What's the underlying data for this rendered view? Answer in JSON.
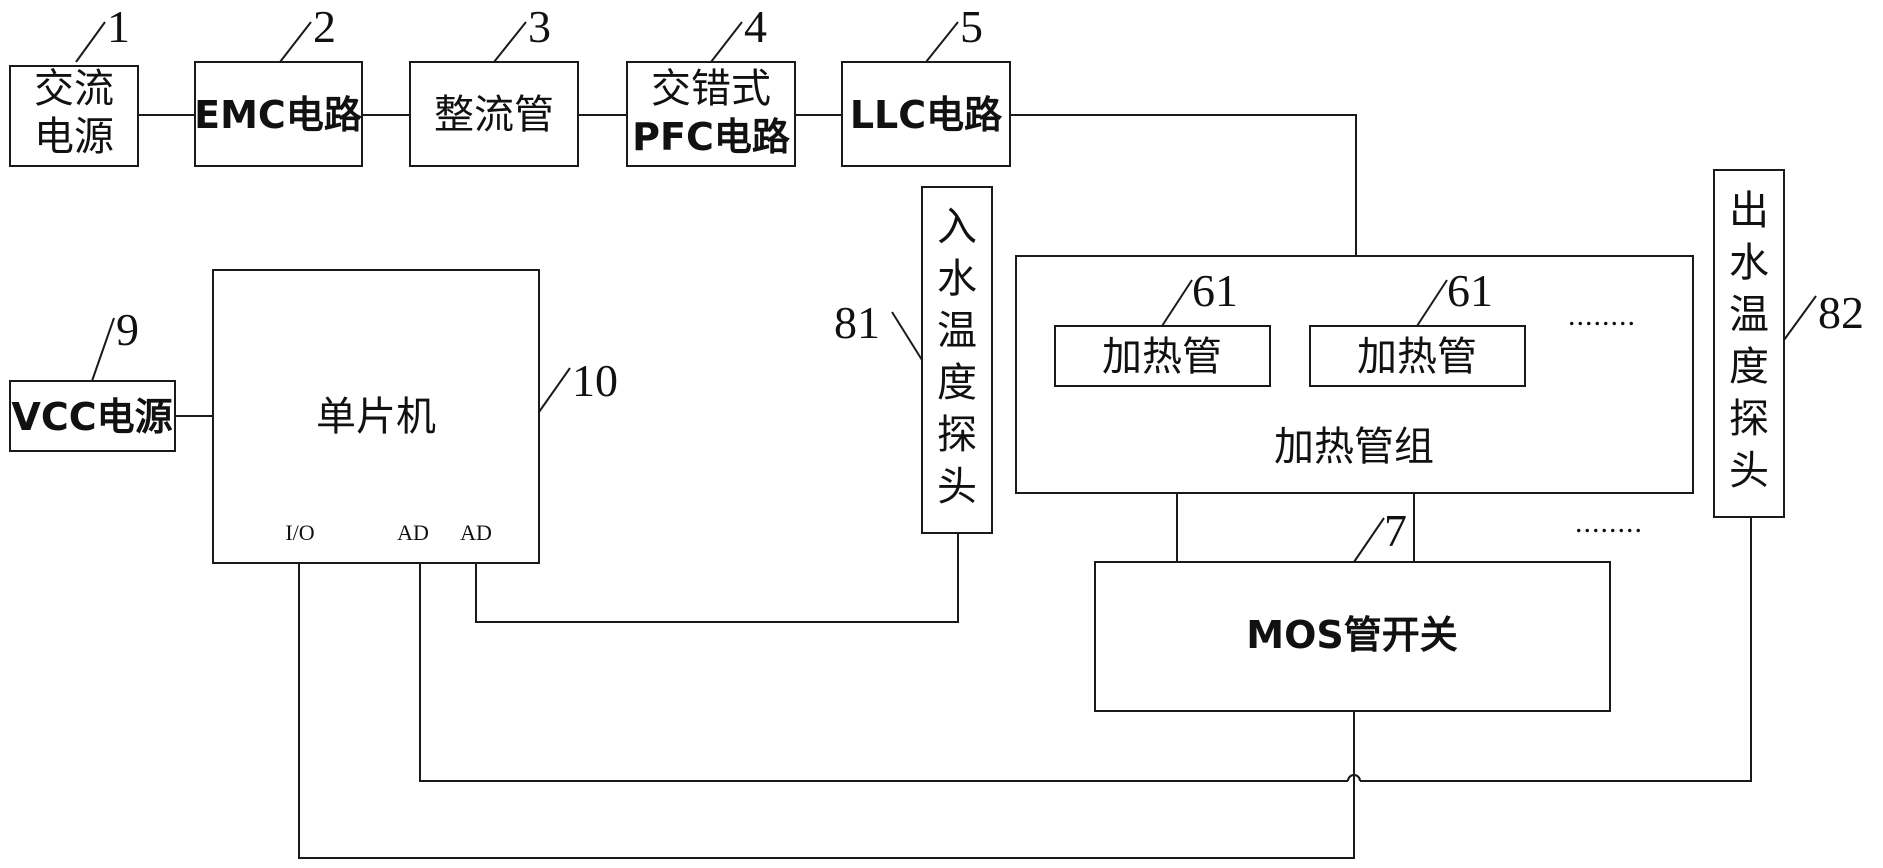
{
  "blocks": {
    "ac_power": {
      "line1": "交流",
      "line2": "电源",
      "ref": "1"
    },
    "emc": {
      "label": "EMC电路",
      "ref": "2"
    },
    "rectifier": {
      "label": "整流管",
      "ref": "3"
    },
    "pfc": {
      "line1": "交错式",
      "line2": "PFC电路",
      "ref": "4"
    },
    "llc": {
      "label": "LLC电路",
      "ref": "5"
    },
    "heater_group": {
      "label": "加热管组",
      "tube_label": "加热管",
      "tube_ref": "61",
      "ellipsis": "........"
    },
    "mos": {
      "label": "MOS管开关",
      "ref": "7",
      "ellipsis": "........"
    },
    "inlet_probe": {
      "chars": [
        "入",
        "水",
        "温",
        "度",
        "探",
        "头"
      ],
      "ref": "81"
    },
    "outlet_probe": {
      "chars": [
        "出",
        "水",
        "温",
        "度",
        "探",
        "头"
      ],
      "ref": "82"
    },
    "vcc": {
      "label": "VCC电源",
      "ref": "9"
    },
    "mcu": {
      "label": "单片机",
      "ref": "10",
      "port_io": "I/O",
      "port_ad1": "AD",
      "port_ad2": "AD"
    }
  }
}
